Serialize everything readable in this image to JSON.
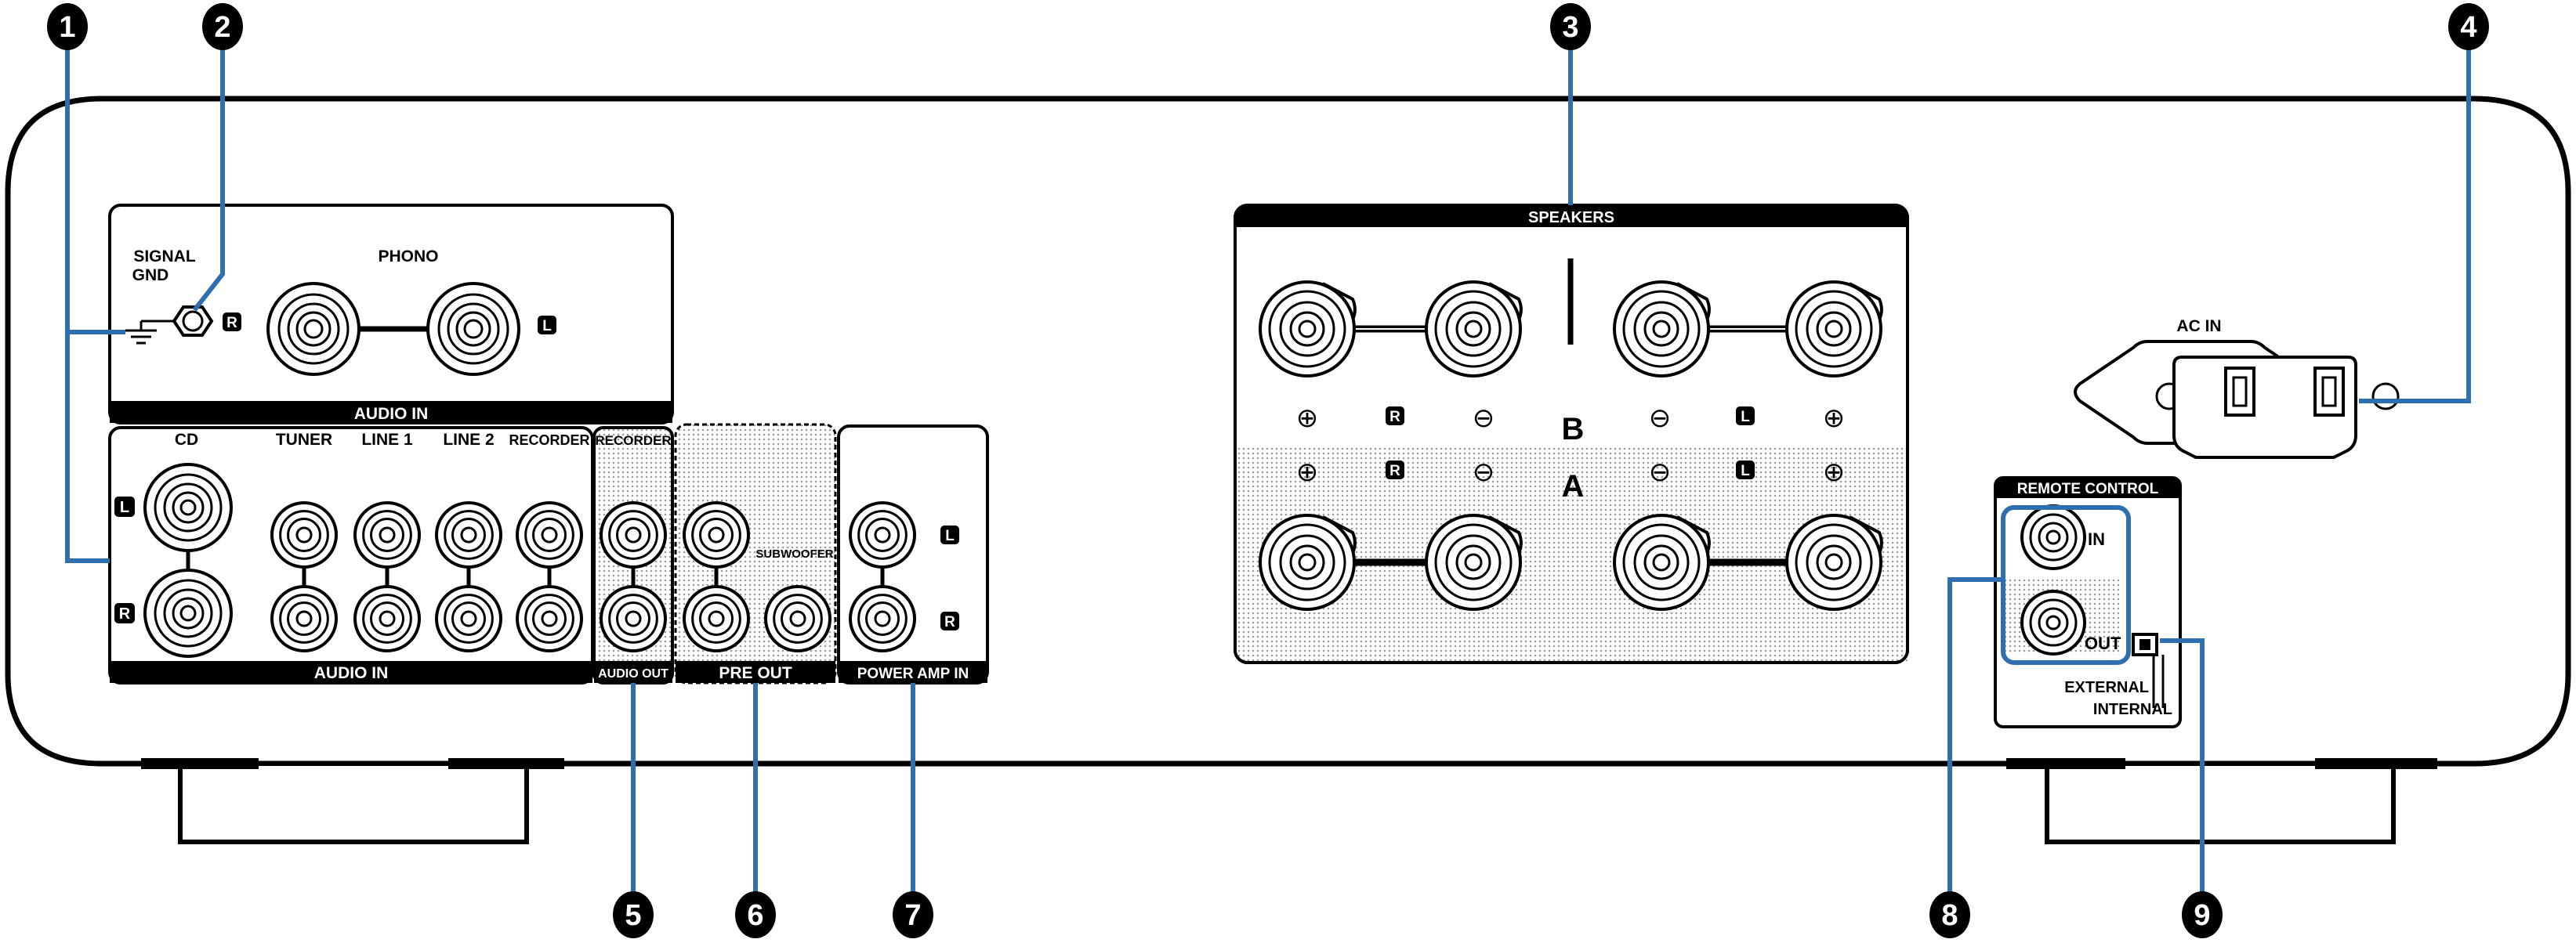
{
  "callouts": [
    "1",
    "2",
    "3",
    "4",
    "5",
    "6",
    "7",
    "8",
    "9"
  ],
  "phono_panel": {
    "signal_gnd": [
      "SIGNAL",
      "GND"
    ],
    "phono": "PHONO",
    "audio_in": "AUDIO IN",
    "badge_r": "R",
    "badge_l": "L"
  },
  "audio_in_panel": {
    "columns": [
      "CD",
      "TUNER",
      "LINE 1",
      "LINE 2",
      "RECORDER"
    ],
    "badge_l": "L",
    "badge_r": "R",
    "footer": "AUDIO IN"
  },
  "audio_out_panel": {
    "header": "RECORDER",
    "footer": "AUDIO OUT"
  },
  "pre_out_panel": {
    "subwoofer": "SUBWOOFER",
    "footer": "PRE OUT"
  },
  "power_amp_panel": {
    "badge_l": "L",
    "badge_r": "R",
    "footer": "POWER AMP IN"
  },
  "speakers": {
    "title": "SPEAKERS",
    "label_b": "B",
    "label_a": "A",
    "badge_r": "R",
    "badge_l": "L",
    "plus": "⊕",
    "minus": "⊖"
  },
  "ac_in": {
    "label": "AC IN"
  },
  "remote_control": {
    "title": "REMOTE CONTROL",
    "in": "IN",
    "out": "OUT",
    "external": "EXTERNAL",
    "internal": "INTERNAL"
  },
  "colors": {
    "callout_line": "#2f6faf",
    "panel_line": "#000000",
    "dots": "#c8c8c8"
  }
}
